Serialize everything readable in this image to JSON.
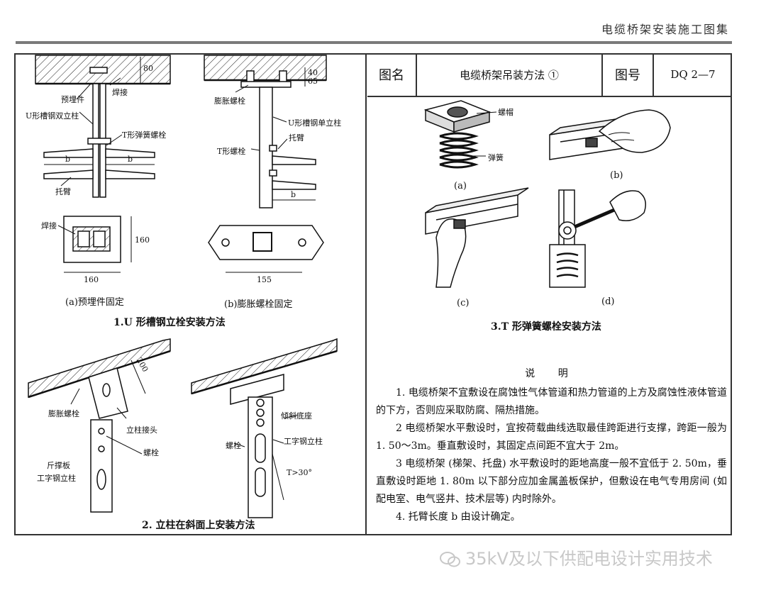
{
  "header": {
    "title": "电缆桥架安装施工图集"
  },
  "title_block": {
    "name_label": "图名",
    "name_value": "电缆桥架吊装方法  ①",
    "number_label": "图号",
    "number_value": "DQ 2—7"
  },
  "section1": {
    "title": "1.U 形槽钢立栓安装方法",
    "a": {
      "labels": [
        "预埋件",
        "焊接",
        "U形槽钢双立柱",
        "T形弹簧螺栓",
        "托臂",
        "焊接"
      ],
      "dims": [
        "b",
        "b",
        "80",
        "160",
        "160"
      ],
      "caption": "(a)预埋件固定"
    },
    "b": {
      "labels": [
        "膨胀螺栓",
        "U形槽钢单立柱",
        "托臂",
        "T形螺栓"
      ],
      "dims": [
        "40",
        "65",
        "b",
        "155"
      ],
      "caption": "(b)膨胀螺栓固定"
    }
  },
  "section2": {
    "title": "2. 立柱在斜面上安装方法",
    "labels_left": [
      "膨胀螺栓",
      "立柱接头",
      "螺栓",
      "斤撑板",
      "工字钢立柱"
    ],
    "dims": [
      "200"
    ],
    "labels_right": [
      "倾斜底座",
      "螺栓",
      "工字钢立柱",
      "T>30°"
    ]
  },
  "section3": {
    "title": "3.T 形弹簧螺栓安装方法",
    "labels": [
      "螺帽",
      "弹簧"
    ],
    "captions": [
      "(a)",
      "(b)",
      "(c)",
      "(d)"
    ]
  },
  "notes": {
    "title": "说  明",
    "items": [
      "1. 电缆桥架不宜敷设在腐蚀性气体管道和热力管道的上方及腐蚀性液体管道的下方，否则应采取防腐、隔热措施。",
      "2 电缆桥架水平敷设时，宜按荷载曲线选取最佳跨距进行支撑，跨距一般为 1. 50～3m。垂直敷设时，其固定点间距不宜大于 2m。",
      "3 电缆桥架 (梯架、托盘) 水平敷设时的距地高度一般不宜低于 2. 50m，垂直敷设时距地 1. 80m 以下部分应加金属盖板保护，但敷设在电气专用房间 (如配电室、电气竖井、技术层等) 内时除外。",
      "4. 托臂长度 b 由设计确定。"
    ]
  },
  "watermark": {
    "text": "35kV及以下供配电设计实用技术"
  }
}
